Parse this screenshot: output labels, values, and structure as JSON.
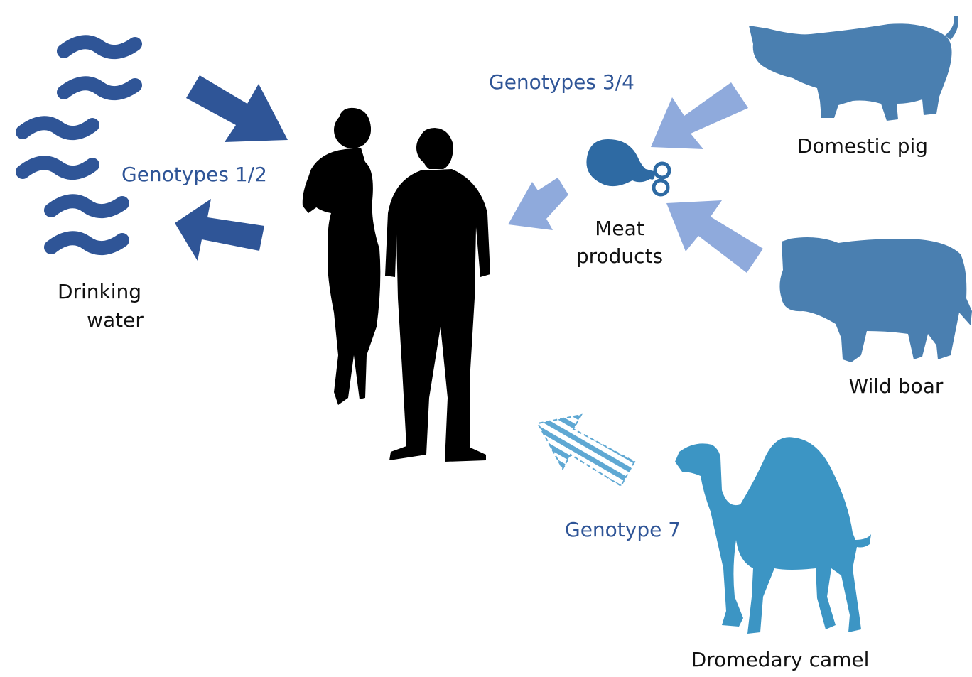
{
  "colors": {
    "water": "#2f5597",
    "meat_arrow": "#8faadc",
    "pig": "#4a7fb0",
    "boar": "#4a7fb0",
    "camel": "#3c95c4",
    "human": "#000000",
    "genotype_label": "#2f5597",
    "hatched_arrow": "#5fa8d3"
  },
  "labels": {
    "drinking_water_line1": "Drinking",
    "drinking_water_line2": "water",
    "genotypes_12": "Genotypes 1/2",
    "genotypes_34": "Genotypes 3/4",
    "meat_products_line1": "Meat",
    "meat_products_line2": "products",
    "domestic_pig": "Domestic pig",
    "wild_boar": "Wild boar",
    "genotype_7": "Genotype 7",
    "dromedary_camel": "Dromedary camel"
  },
  "icons": {
    "water": "water-waves-icon",
    "meat": "meat-drumstick-icon",
    "pig": "pig-silhouette-icon",
    "boar": "wild-boar-silhouette-icon",
    "camel": "camel-silhouette-icon",
    "humans": "human-couple-silhouette-icon"
  }
}
